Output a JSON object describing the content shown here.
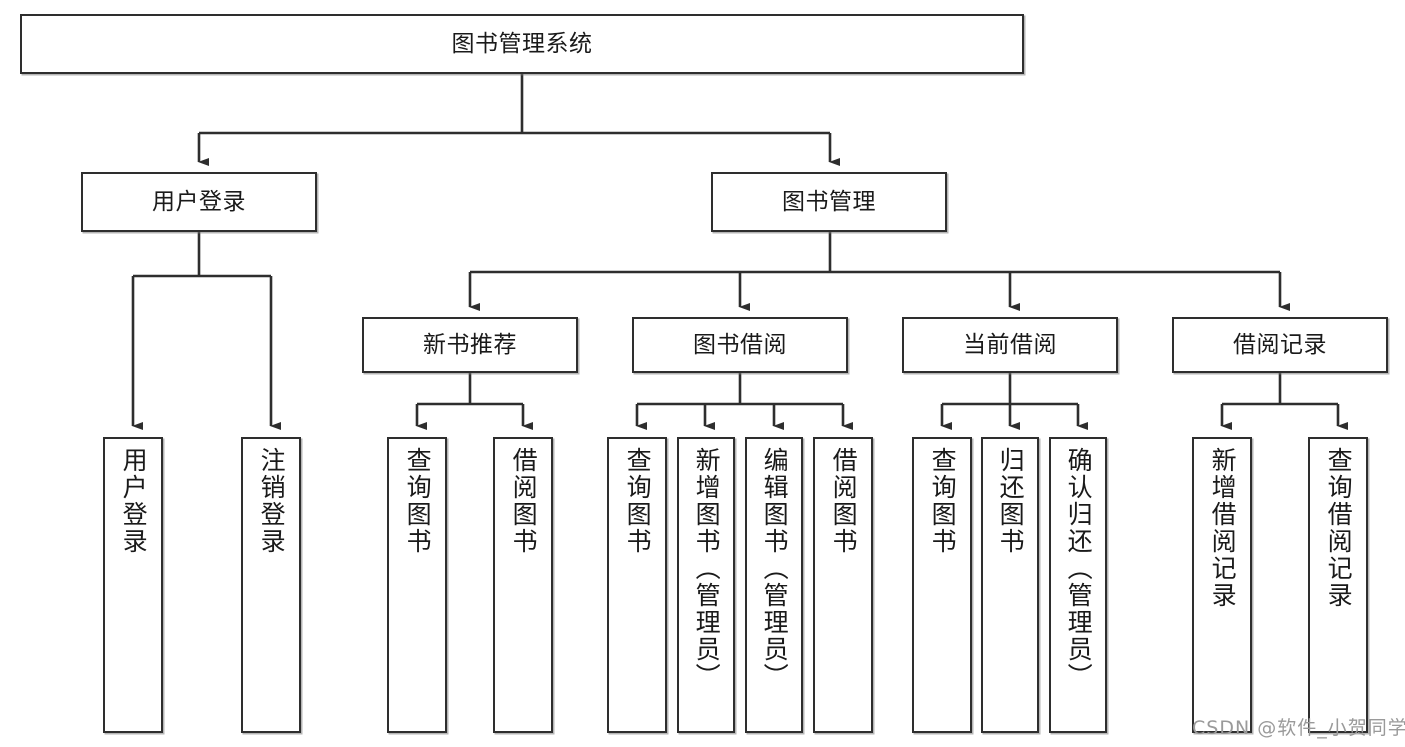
{
  "diagram": {
    "title": "图书管理系统",
    "root": {
      "label": "图书管理系统"
    },
    "level2": [
      {
        "label": "用户登录"
      },
      {
        "label": "图书管理"
      }
    ],
    "level3": [
      {
        "label": "新书推荐"
      },
      {
        "label": "图书借阅"
      },
      {
        "label": "当前借阅"
      },
      {
        "label": "借阅记录"
      }
    ],
    "leaves": {
      "user_login": [
        {
          "label": "用户登录"
        },
        {
          "label": "注销登录"
        }
      ],
      "new_book_recommend": [
        {
          "label": "查询图书"
        },
        {
          "label": "借阅图书"
        }
      ],
      "book_borrow": [
        {
          "label": "查询图书"
        },
        {
          "label": "新增图书（管理员）"
        },
        {
          "label": "编辑图书（管理员）"
        },
        {
          "label": "借阅图书"
        }
      ],
      "current_borrow": [
        {
          "label": "查询图书"
        },
        {
          "label": "归还图书"
        },
        {
          "label": "确认归还（管理员）"
        }
      ],
      "borrow_record": [
        {
          "label": "新增借阅记录"
        },
        {
          "label": "查询借阅记录"
        }
      ]
    }
  },
  "watermark": {
    "text": "CSDN @软件_小贺同学"
  },
  "colors": {
    "border": "#2e2e2e",
    "text": "#1a1a1a",
    "background": "#ffffff",
    "watermark": "#9a9a9a"
  }
}
